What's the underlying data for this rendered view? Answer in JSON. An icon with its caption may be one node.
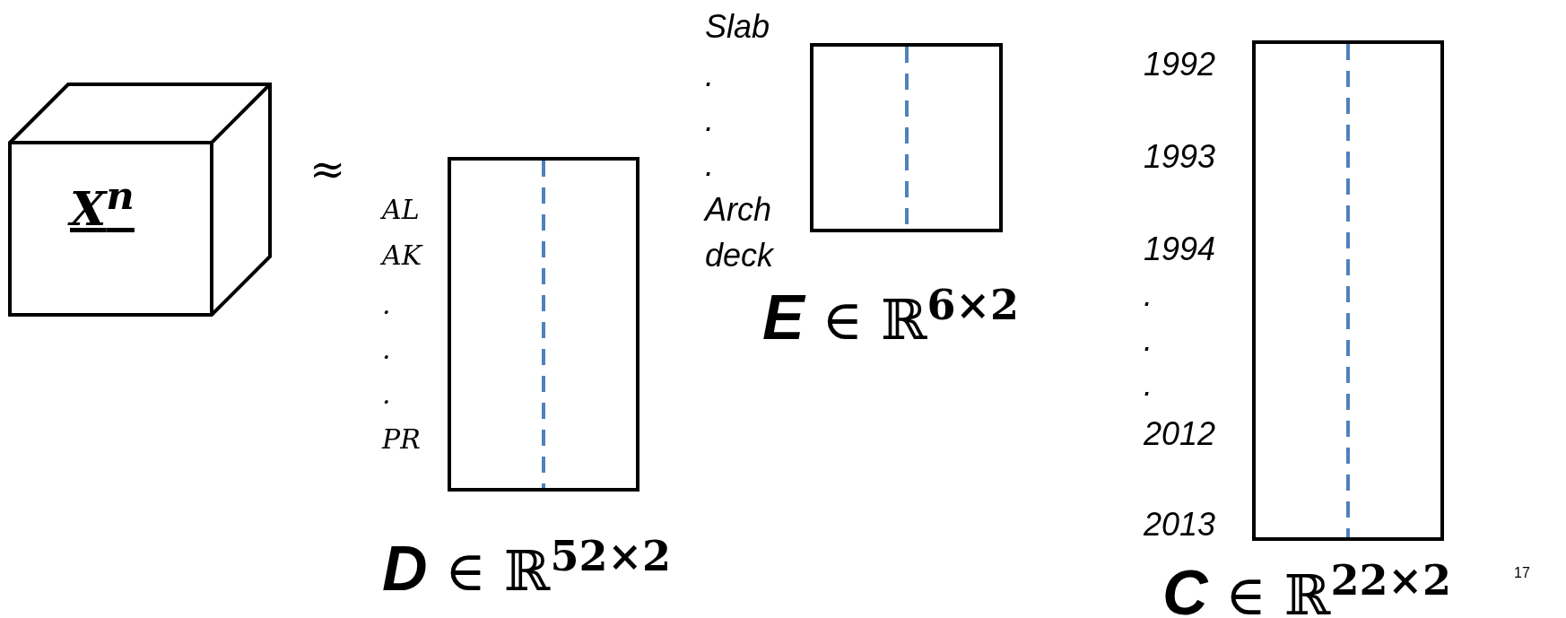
{
  "diagram": {
    "nodes": [
      {
        "text": [
          "X$^{n}$"
        ]
      },
      {
        "text": [],
        "shape": "box",
        "beside": [
          "AL",
          "AK",
          ".",
          ".",
          ".",
          "PR",
          "**D** ∈ ℝ$^{52×2}$"
        ]
      },
      {
        "text": [],
        "shape": "box",
        "beside": [
          "Slab",
          ".",
          ".",
          ".",
          "Arch",
          "deck",
          "**E** ∈ ℝ$^{6×2}$"
        ]
      },
      {
        "text": [],
        "shape": "box",
        "beside": [
          "1992",
          "1993",
          "1994",
          ".",
          ".",
          ".",
          "2012",
          "2013",
          "**C** ∈ ℝ$^{22×2}$"
        ]
      }
    ],
    "edges": [],
    "labels": [
      "≈",
      "17"
    ]
  }
}
